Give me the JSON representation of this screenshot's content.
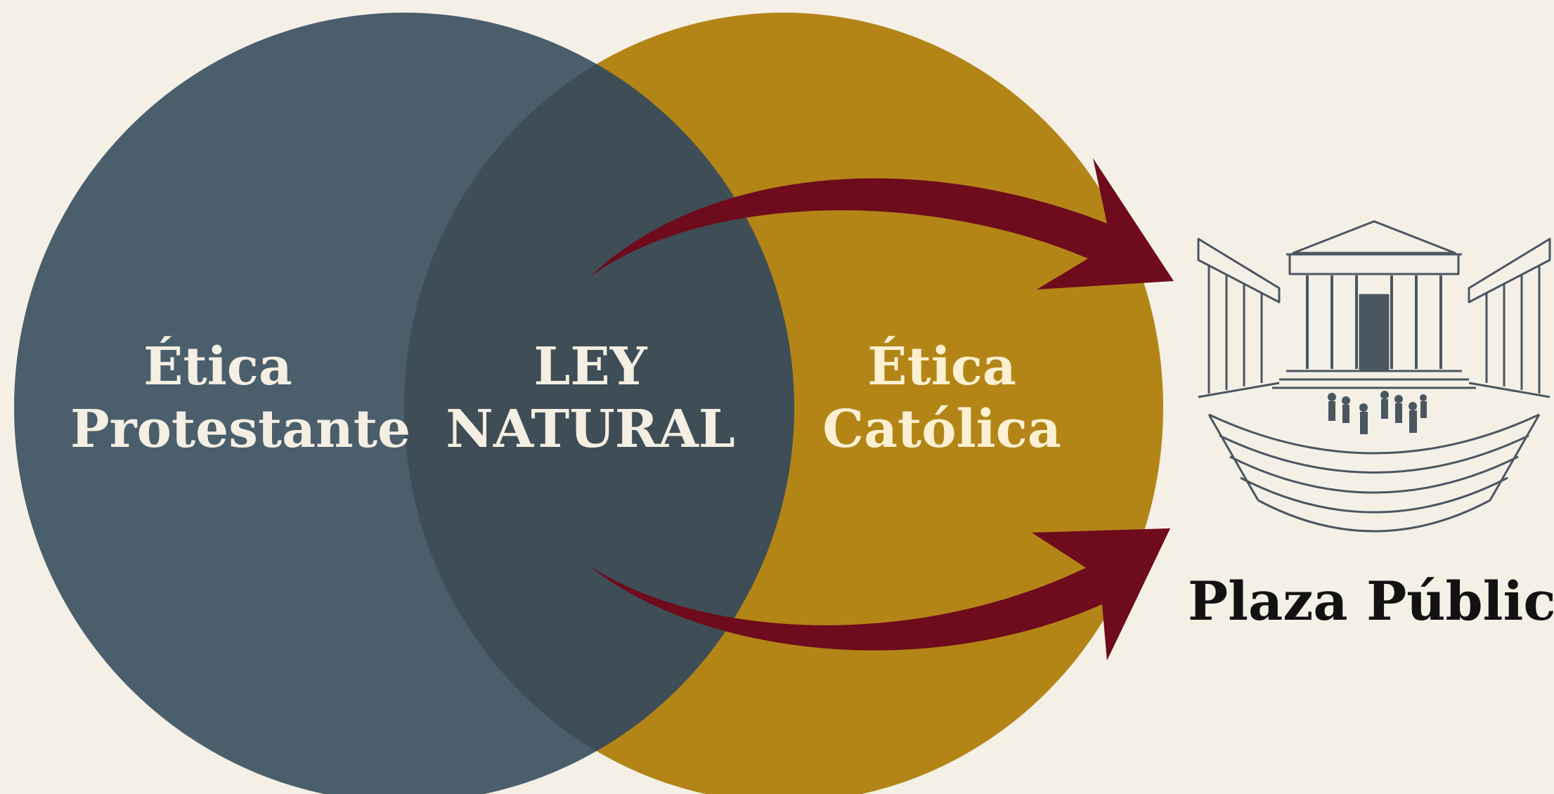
{
  "diagram": {
    "left_circle": {
      "line1": "Ética",
      "line2": "Protestante",
      "color": "#4a5e6c"
    },
    "center": {
      "line1": "LEY",
      "line2": "NATURAL",
      "color": "#3e4d56"
    },
    "right_circle": {
      "line1": "Ética",
      "line2": "Católica",
      "color": "#b38517"
    },
    "arrow_color": "#6e0b1c",
    "destination": {
      "label": "Plaza Pública",
      "icon": "public-plaza-building-icon"
    }
  }
}
